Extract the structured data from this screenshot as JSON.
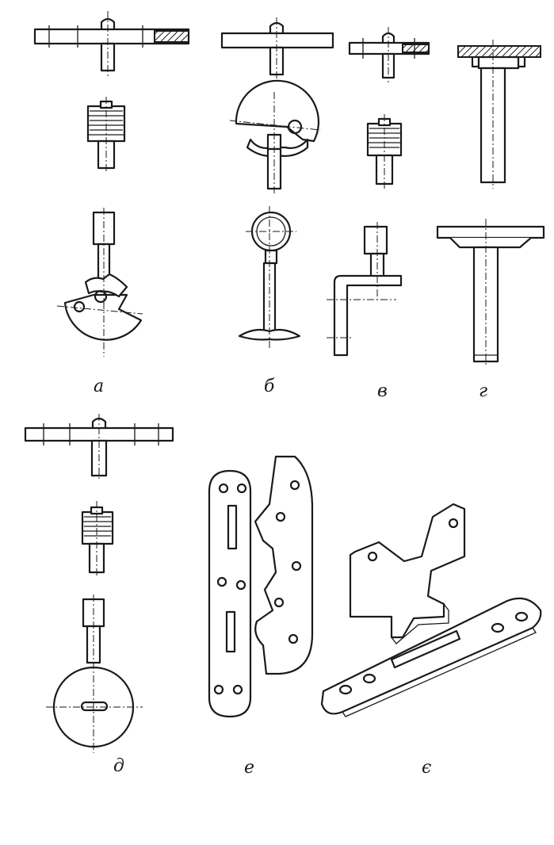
{
  "labels": {
    "a": "а",
    "b": "б",
    "v": "в",
    "g": "г",
    "d": "д",
    "e": "е",
    "ye": "є"
  }
}
